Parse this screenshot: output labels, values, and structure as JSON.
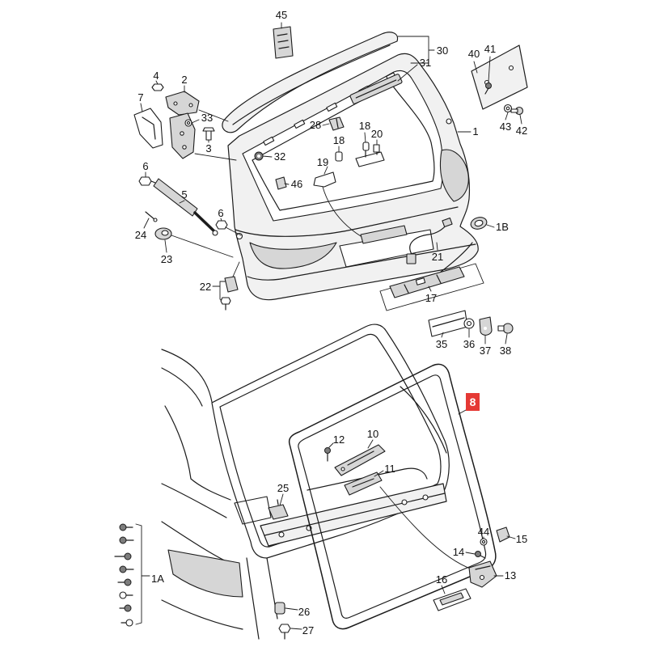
{
  "colors": {
    "line": "#1c1c1c",
    "highlight": "#e53935",
    "highlight_text": "#ffffff",
    "background": "#ffffff"
  },
  "callouts": [
    "45",
    "30",
    "31",
    "40",
    "41",
    "4",
    "2",
    "7",
    "33",
    "3",
    "28",
    "18",
    "20",
    "1",
    "32",
    "18",
    "19",
    "46",
    "43",
    "42",
    "6",
    "5",
    "6",
    "24",
    "23",
    "1B",
    "21",
    "22",
    "17",
    "35",
    "36",
    "37",
    "38",
    "12",
    "10",
    "11",
    "25",
    "44",
    "15",
    "14",
    "13",
    "16",
    "1A",
    "26",
    "27"
  ],
  "highlighted_callout": "8"
}
